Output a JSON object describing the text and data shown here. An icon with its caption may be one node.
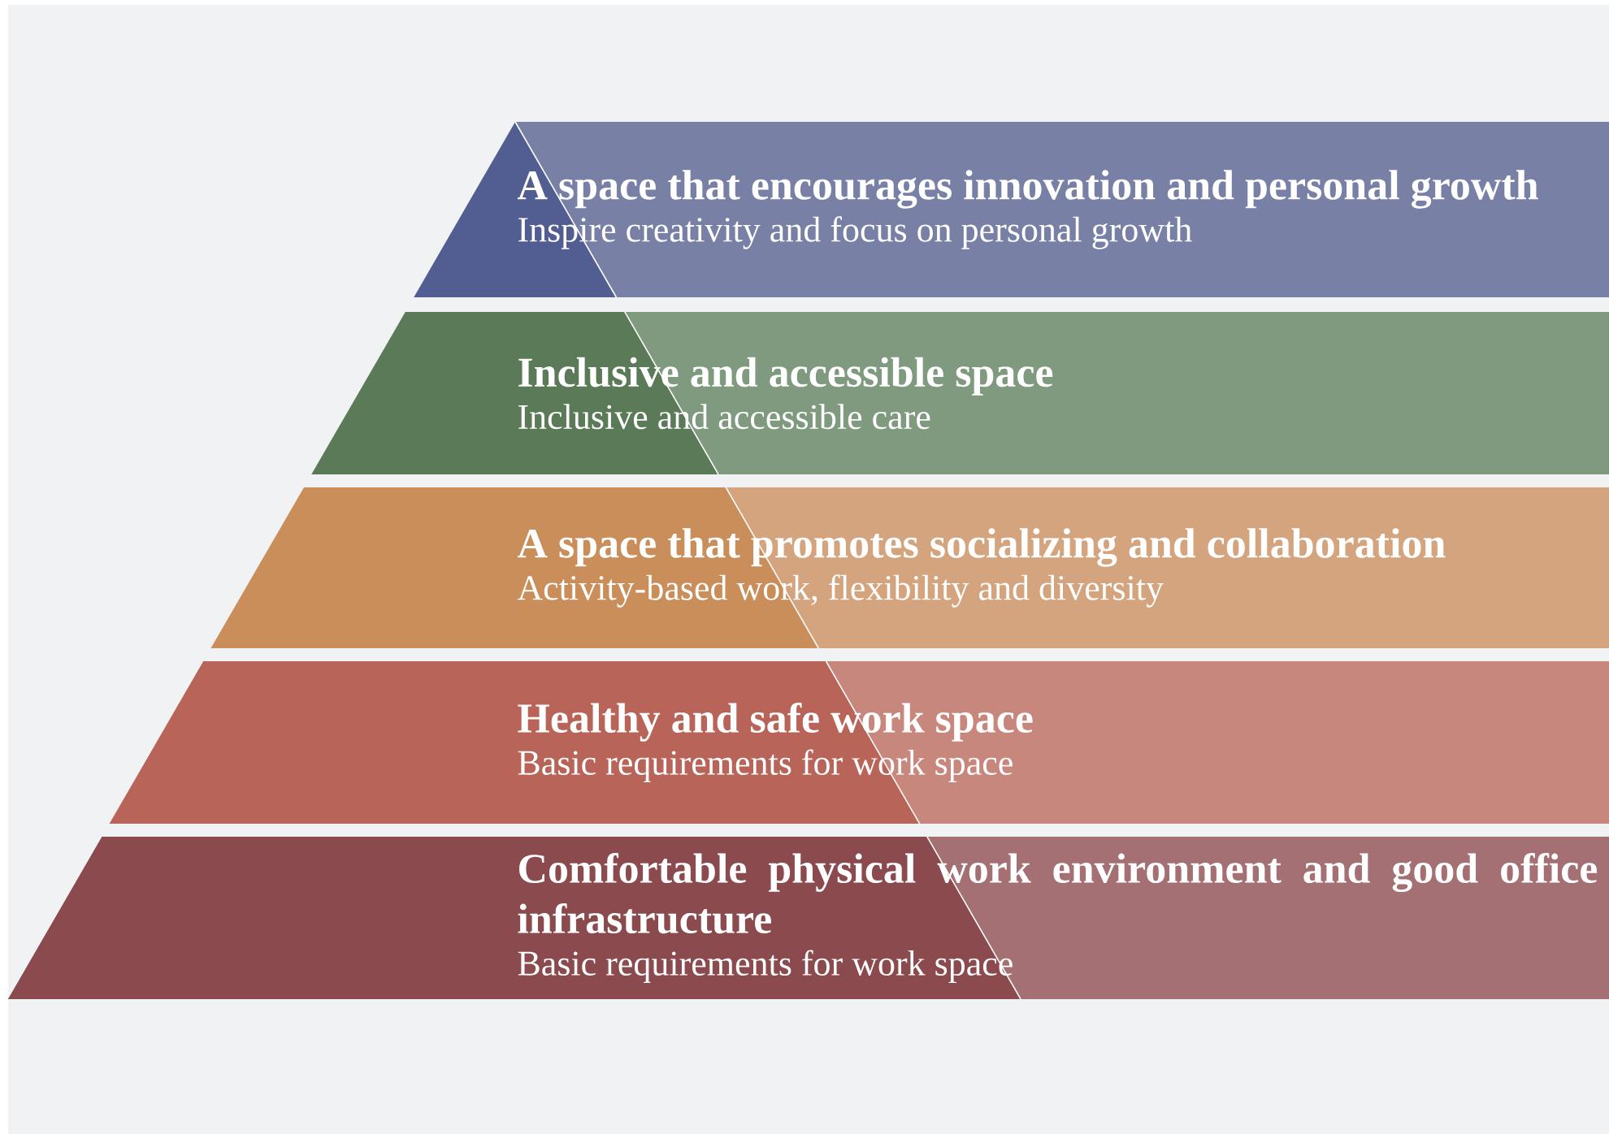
{
  "diagram": {
    "nodes": [
      {
        "text": [
          "A space that encourages innovation and personal growth",
          "Inspire creativity and focus on personal growth"
        ]
      },
      {
        "text": [
          "Inclusive and accessible space",
          "Inclusive and accessible care"
        ]
      },
      {
        "text": [
          "A space that promotes socializing and collaboration",
          "Activity-based work, flexibility and diversity"
        ]
      },
      {
        "text": [
          "Healthy and safe work space",
          "Basic requirements for work space"
        ]
      },
      {
        "text": [
          "Comfortable physical work environment and good office infrastructure",
          "Basic requirements for work space"
        ]
      }
    ]
  }
}
